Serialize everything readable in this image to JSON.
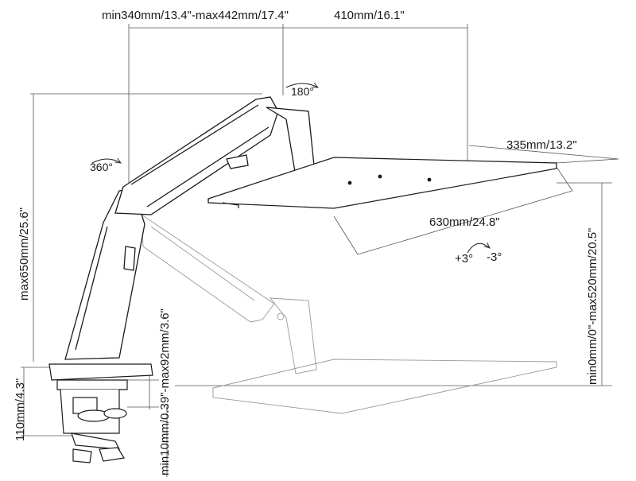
{
  "dimensions": {
    "arm_reach": "min340mm/13.4\"-max442mm/17.4\"",
    "offset_width": "410mm/16.1\"",
    "tray_depth": "335mm/13.2\"",
    "tray_width": "630mm/24.8\"",
    "max_height": "max650mm/25.6\"",
    "lift_range": "min0mm/0\"-max520mm/20.5\"",
    "clamp_height": "110mm/4.3\"",
    "clamp_range": "min10mm/0.39\"-max92mm/3.6\""
  },
  "rotations": {
    "swivel_base": "360°",
    "swivel_head": "180°",
    "tilt_up": "+3°",
    "tilt_down": "-3°"
  }
}
